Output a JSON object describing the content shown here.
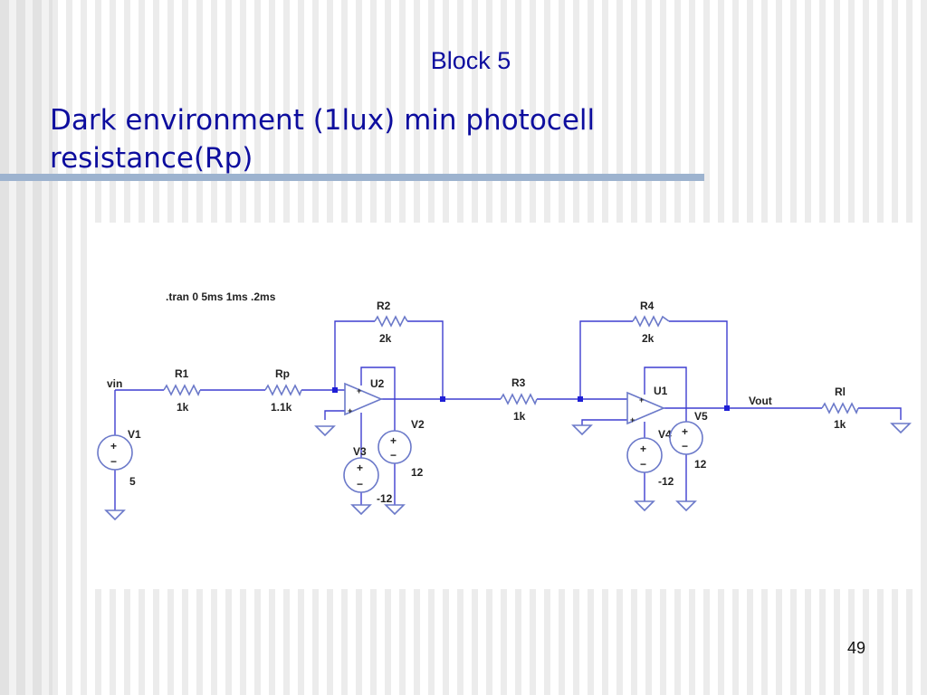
{
  "slide": {
    "title": "Block 5",
    "heading": "Dark environment (1lux) min photocell resistance(Rp)",
    "page_number": "49"
  },
  "schematic": {
    "directive": ".tran 0 5ms 1ms .2ms",
    "components": {
      "r1": {
        "name": "R1",
        "value": "1k"
      },
      "rp": {
        "name": "Rp",
        "value": "1.1k"
      },
      "r2": {
        "name": "R2",
        "value": "2k"
      },
      "r3": {
        "name": "R3",
        "value": "1k"
      },
      "r4": {
        "name": "R4",
        "value": "2k"
      },
      "rl": {
        "name": "Rl",
        "value": "1k"
      },
      "u1": {
        "name": "U1"
      },
      "u2": {
        "name": "U2"
      },
      "v1": {
        "name": "V1",
        "value": "5"
      },
      "v2": {
        "name": "V2",
        "value": "12"
      },
      "v3": {
        "name": "V3",
        "value": "-12"
      },
      "v4": {
        "name": "V4",
        "value": "-12"
      },
      "v5": {
        "name": "V5",
        "value": "12"
      }
    },
    "nets": {
      "input": "vin",
      "output": "Vout"
    },
    "symbols": {
      "plus": "+",
      "minus": "−"
    },
    "colors": {
      "wire": "#3f3fd0",
      "component": "#6b79c9",
      "junction": "#1f1fd6"
    }
  }
}
